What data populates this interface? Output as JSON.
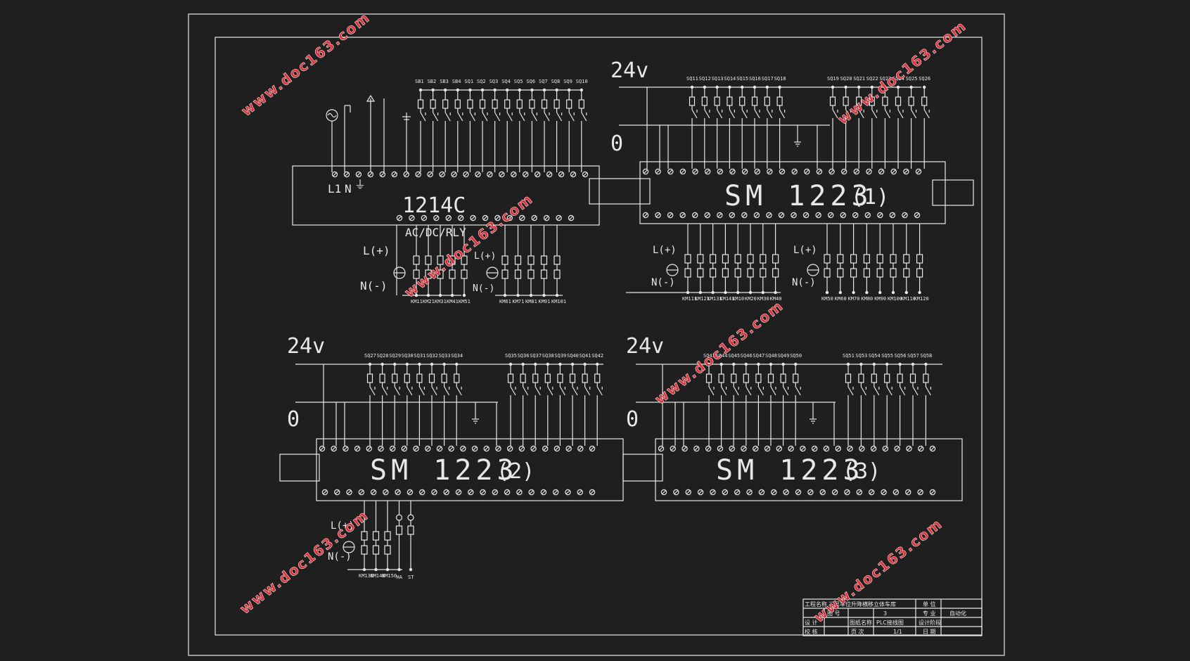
{
  "watermark": "www.doc163.com",
  "cpu": {
    "model": "1214C",
    "type": "AC/DC/RLY",
    "power_labels": [
      "L1",
      "N",
      "⏚"
    ],
    "inputs": [
      "SB1",
      "SB2",
      "SB3",
      "SB4",
      "SQ1",
      "SQ2",
      "SQ3",
      "SQ4",
      "SQ5",
      "SQ6",
      "SQ7",
      "SQ8",
      "SQ9",
      "SQ10"
    ],
    "outputs_a": [
      "KM11",
      "KM21",
      "KM31",
      "KM41",
      "KM51"
    ],
    "outputs_b": [
      "KM61",
      "KM71",
      "KM81",
      "KM91",
      "KM101"
    ],
    "l_plus": "L(+)",
    "n_minus": "N(-)",
    "l_plus_small": "L(+)",
    "n_minus_small": "N(-)"
  },
  "sm1": {
    "name": "SM  1223",
    "index": "(1)",
    "v24": "24v",
    "v0": "0",
    "inputs_a": [
      "SQ11",
      "SQ12",
      "SQ13",
      "SQ14",
      "SQ15",
      "SQ16",
      "SQ17",
      "SQ18"
    ],
    "inputs_b": [
      "SQ19",
      "SQ20",
      "SQ21",
      "SQ22",
      "SQ23",
      "SQ24",
      "SQ25",
      "SQ26"
    ],
    "outputs_a": [
      "KM111",
      "KM121",
      "KM131",
      "KM141",
      "KM10",
      "KM20",
      "KM30",
      "KM40"
    ],
    "outputs_b": [
      "KM50",
      "KM60",
      "KM70",
      "KM80",
      "KM90",
      "KM100",
      "KM110",
      "KM120"
    ],
    "l_plus": "L(+)",
    "n_minus": "N(-)"
  },
  "sm2": {
    "name": "SM  1223",
    "index": "(2)",
    "v24": "24v",
    "v0": "0",
    "inputs_a": [
      "SQ27",
      "SQ28",
      "SQ29",
      "SQ30",
      "SQ31",
      "SQ32",
      "SQ33",
      "SQ34"
    ],
    "inputs_b": [
      "SQ35",
      "SQ36",
      "SQ37",
      "SQ38",
      "SQ39",
      "SQ40",
      "SQ41",
      "SQ42"
    ],
    "outputs": [
      "KM130",
      "KM140",
      "KM150",
      "HA",
      "ST"
    ],
    "l_plus": "L(+)",
    "n_minus": "N(-)"
  },
  "sm3": {
    "name": "SM  1223",
    "index": "(3)",
    "v24": "24v",
    "v0": "0",
    "inputs_a": [
      "SQ43",
      "SQ44",
      "SQ45",
      "SQ46",
      "SQ47",
      "SQ48",
      "SQ49",
      "SQ50"
    ],
    "inputs_b": [
      "SQ51",
      "SQ53",
      "SQ54",
      "SQ55",
      "SQ56",
      "SQ57",
      "SQ58"
    ]
  },
  "title_block": {
    "project_label": "工程名称",
    "project_name": "三层车位升降横移立体车库",
    "unit_label": "单 位",
    "drawing_no_label": "图 号",
    "drawing_no": "3",
    "major_label": "专 业",
    "major": "自动化",
    "design_label": "设 计",
    "drawing_name_label": "图纸名称",
    "drawing_name": "PLC接线图",
    "phase_label": "设计阶段",
    "check_label": "校 核",
    "page_label": "页 次",
    "page": "1/1",
    "date_label": "日 期"
  },
  "colors": {
    "background": "#1f1f1f",
    "line": "#e8e8e8",
    "watermark": "#e0303a"
  }
}
